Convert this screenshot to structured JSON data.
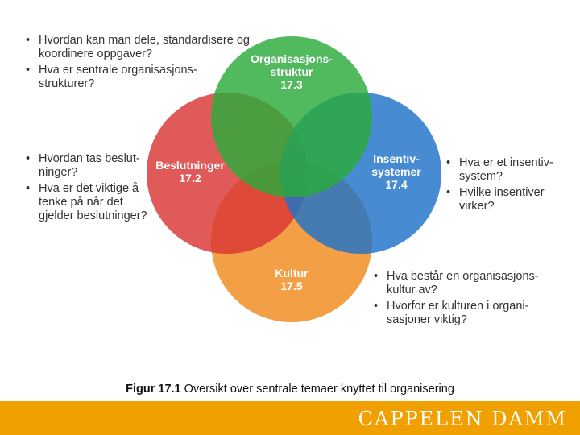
{
  "circles": [
    {
      "id": "org",
      "title_lines": [
        "Organisasjons-",
        "struktur"
      ],
      "number": "17.3",
      "color": "#2bab3a"
    },
    {
      "id": "bes",
      "title_lines": [
        "Beslutninger"
      ],
      "number": "17.2",
      "color": "#d93636"
    },
    {
      "id": "ins",
      "title_lines": [
        "Insentiv-",
        "systemer"
      ],
      "number": "17.4",
      "color": "#1e73c8"
    },
    {
      "id": "kul",
      "title_lines": [
        "Kultur"
      ],
      "number": "17.5",
      "color": "#f08a1c"
    }
  ],
  "questions": {
    "org": [
      "Hvordan kan man dele, standardisere og koordinere oppgaver?",
      "Hva er sentrale organisasjons-strukturer?"
    ],
    "bes": [
      "Hvordan tas beslut-ninger?",
      "Hva er det viktige å tenke på når det gjelder beslutninger?"
    ],
    "ins": [
      "Hva er et insentiv-system?",
      "Hvilke insentiver virker?"
    ],
    "kul": [
      "Hva består en organisasjons-kultur av?",
      "Hvorfor er kulturen i organi-sasjoner viktig?"
    ]
  },
  "caption": {
    "prefix": "Figur 17.1",
    "text": " Oversikt over sentrale temaer knyttet til organisering"
  },
  "footer": {
    "logo": "CAPPELEN DAMM",
    "color": "#f0a000"
  }
}
